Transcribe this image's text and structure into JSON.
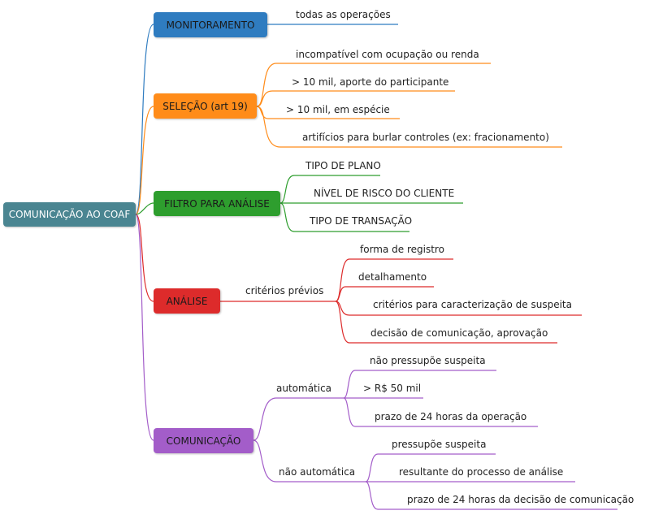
{
  "colors": {
    "root": "#4a8591",
    "monitoramento": "#2f7cc0",
    "selecao": "#ff8c1a",
    "filtro": "#2e9e2e",
    "analise": "#dd2b2b",
    "comunicacao": "#a35dc9"
  },
  "root": {
    "label": "COMUNICAÇÃO AO COAF"
  },
  "branches": {
    "monitoramento": {
      "label": "MONITORAMENTO",
      "items": [
        "todas as operações"
      ]
    },
    "selecao": {
      "label": "SELEÇÃO (art 19)",
      "items": [
        "incompatível com ocupação ou renda",
        "> 10 mil, aporte do participante",
        "> 10 mil, em espécie",
        "artifícios para burlar controles (ex: fracionamento)"
      ]
    },
    "filtro": {
      "label": "FILTRO PARA ANÁLISE",
      "items": [
        "TIPO DE PLANO",
        "NÍVEL DE RISCO DO CLIENTE",
        "TIPO DE TRANSAÇÃO"
      ]
    },
    "analise": {
      "label": "ANÁLISE",
      "sub": "critérios prévios",
      "items": [
        "forma de registro",
        "detalhamento",
        "critérios para caracterização de suspeita",
        "decisão de comunicação, aprovação"
      ]
    },
    "comunicacao": {
      "label": "COMUNICAÇÃO",
      "auto": {
        "label": "automática",
        "items": [
          "não pressupõe suspeita",
          "> R$ 50 mil",
          "prazo de 24 horas da operação"
        ]
      },
      "nauto": {
        "label": "não automática",
        "items": [
          "pressupõe suspeita",
          "resultante do processo de análise",
          "prazo de 24 horas da decisão de comunicação"
        ]
      }
    }
  }
}
